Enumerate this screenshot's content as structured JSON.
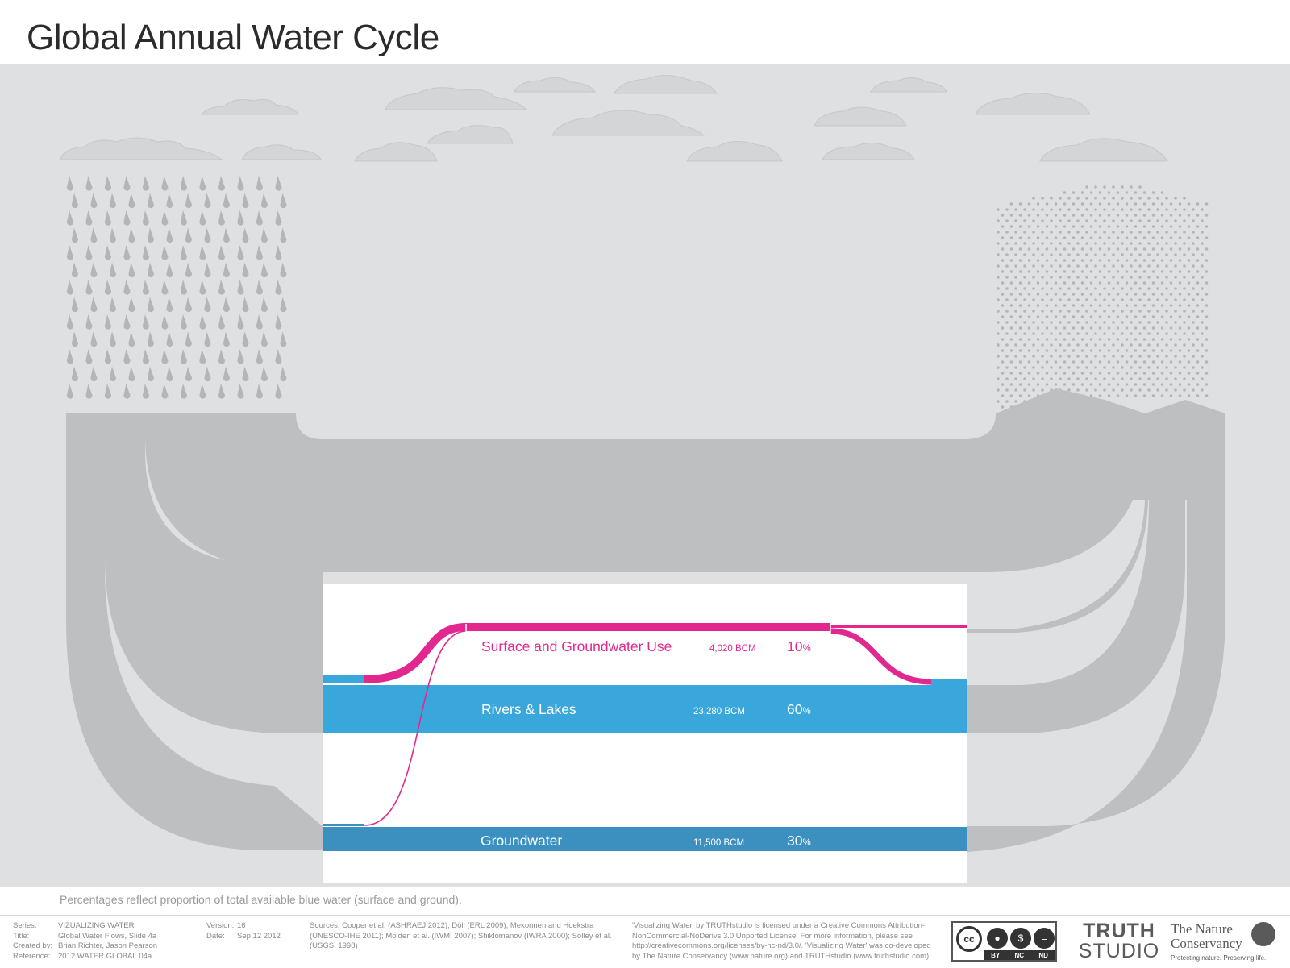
{
  "title": "Global Annual Water Cycle",
  "flows": [
    {
      "id": "use",
      "label": "Surface and Groundwater Use",
      "amount": "4,020 BCM",
      "percent": "10",
      "percent_sign": "%",
      "color": "#e2288f"
    },
    {
      "id": "rivers",
      "label": "Rivers & Lakes",
      "amount": "23,280 BCM",
      "percent": "60",
      "percent_sign": "%",
      "color": "#3aa7dc"
    },
    {
      "id": "groundwater",
      "label": "Groundwater",
      "amount": "11,500 BCM",
      "percent": "30",
      "percent_sign": "%",
      "color": "#3c90c0"
    }
  ],
  "colors": {
    "sky": "#dfe0e2",
    "flow_gray": "#bebfc1",
    "cloud": "#d4d5d7",
    "panel": "#ffffff"
  },
  "note": "Percentages reflect proportion of total available blue water (surface and ground).",
  "footer": {
    "series_key": "Series:",
    "series": "VIZUALIZING WATER",
    "title_key": "Title:",
    "title": "Global Water Flows, Slide 4a",
    "created_key": "Created by:",
    "created": "Brian Richter, Jason Pearson",
    "reference_key": "Reference:",
    "reference": "2012.WATER.GLOBAL.04a",
    "version_key": "Version:",
    "version": "16",
    "date_key": "Date:",
    "date": "Sep 12 2012",
    "sources_1": "Sources: Cooper et al. (ASHRAEJ 2012); Döll (ERL 2009); Mekonnen and Hoekstra",
    "sources_2": "(UNESCO-IHE 2011); Molden et al. (IWMI 2007); Shiklomanov (IWRA 2000); Solley et al.",
    "sources_3": "(USGS, 1998)",
    "license_1": "'Visualizing Water' by TRUTHstudio is licensed under a Creative Commons Attribution-",
    "license_2": "NonCommercial-NoDerivs 3.0 Unported License.  For more information, please see",
    "license_3": "http://creativecommons.org/licenses/by-nc-nd/3.0/.  'Visualizing Water' was co-developed",
    "license_4": "by The Nature Conservancy (www.nature.org) and TRUTHstudio (www.truthstudio.com).",
    "cc_by": "BY",
    "cc_nc": "NC",
    "cc_nd": "ND",
    "cc_mark": "cc",
    "truth_1": "TRUTH",
    "truth_2": "STUDIO",
    "tnc_1": "The Nature",
    "tnc_2": "Conservancy",
    "tnc_3": "Protecting nature. Preserving life."
  }
}
